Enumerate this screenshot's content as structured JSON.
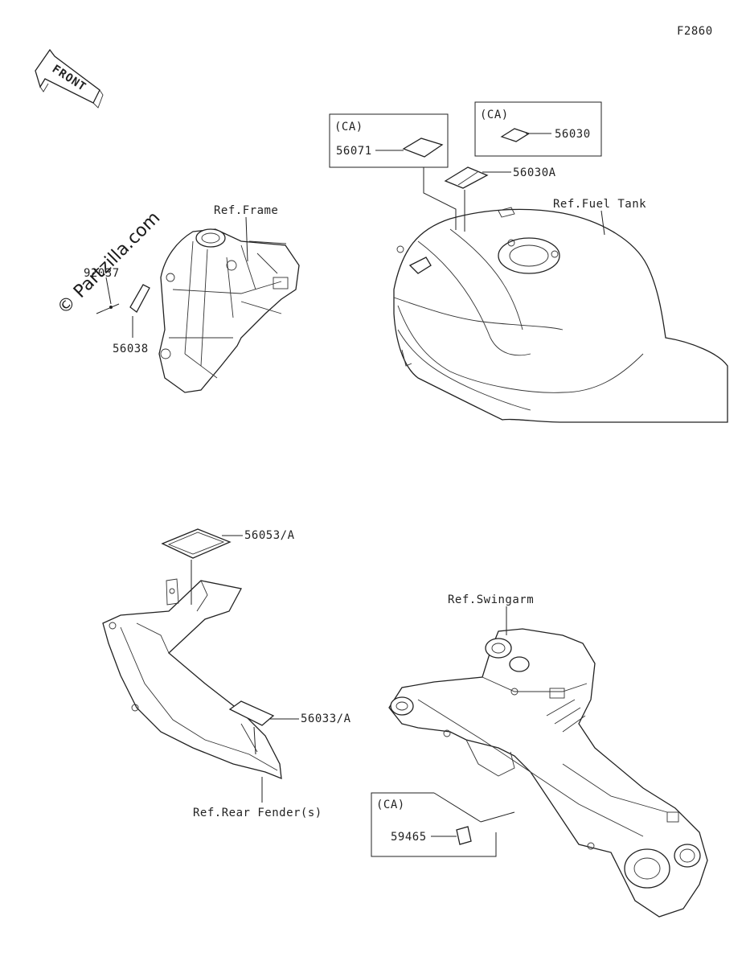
{
  "diagram": {
    "code": "F2860",
    "front_arrow": "FRONT",
    "watermark": "© Partzilla.com",
    "refs": {
      "frame": "Ref.Frame",
      "fuel_tank": "Ref.Fuel Tank",
      "swingarm": "Ref.Swingarm",
      "rear_fender": "Ref.Rear Fender(s)"
    },
    "boxes": {
      "ca_56071": {
        "tag": "(CA)",
        "part": "56071"
      },
      "ca_56030": {
        "tag": "(CA)",
        "part": "56030"
      },
      "ca_59465": {
        "tag": "(CA)",
        "part": "59465"
      }
    },
    "parts": {
      "p92037": "92037",
      "p56038": "56038",
      "p56030A": "56030A",
      "p56053A": "56053/A",
      "p56033A": "56033/A"
    }
  }
}
